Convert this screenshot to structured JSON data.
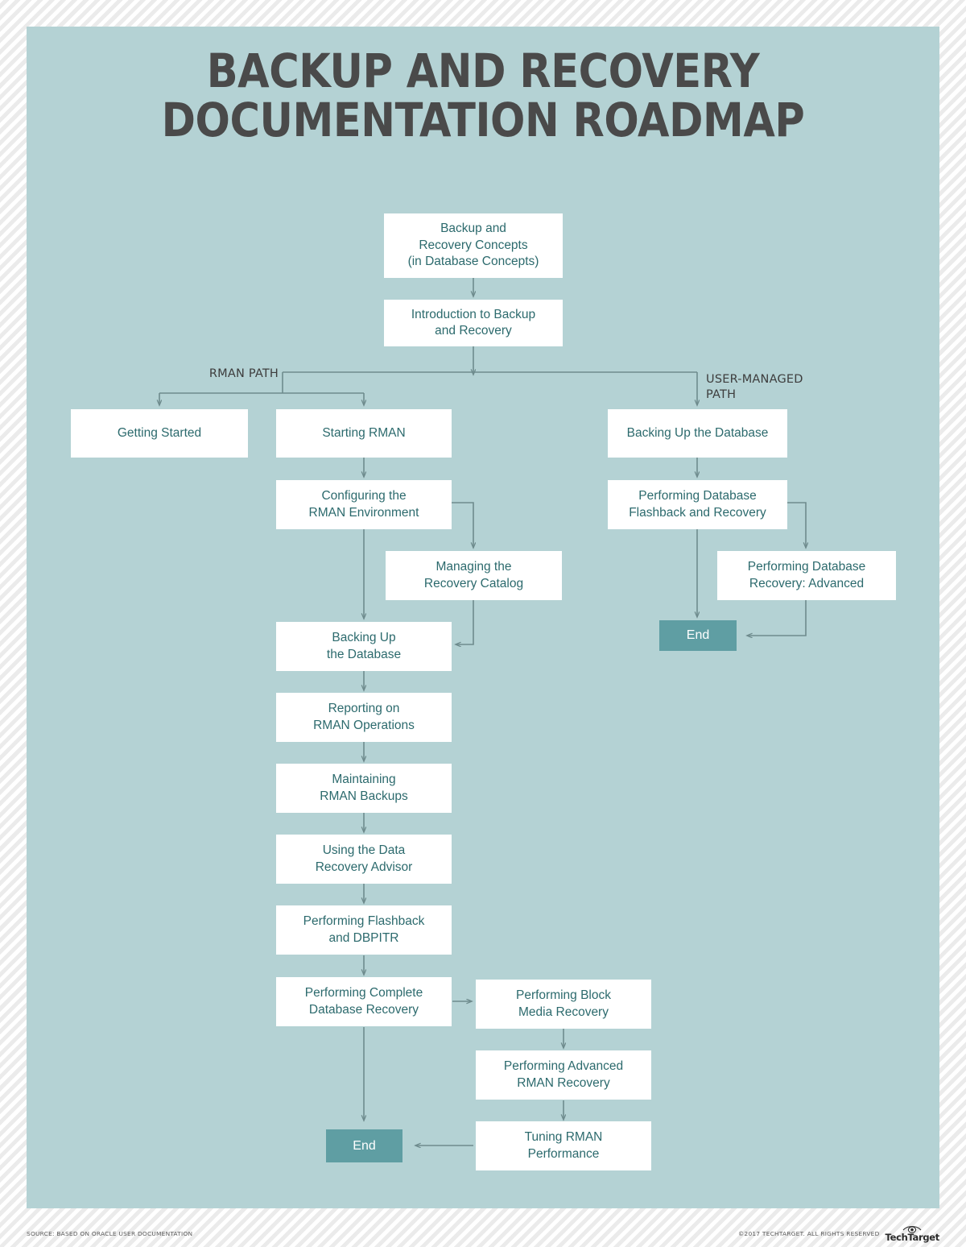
{
  "title": "BACKUP AND RECOVERY\nDOCUMENTATION ROADMAP",
  "colors": {
    "panel_background": "#b4d2d4",
    "node_background": "#ffffff",
    "node_text": "#2c6a6d",
    "end_background": "#5f9ea3",
    "end_text": "#ffffff",
    "connector": "#6e8b8d",
    "title_text": "#4a4a4a"
  },
  "path_labels": {
    "rman": "RMAN PATH",
    "user_managed": "USER-MANAGED\nPATH"
  },
  "nodes": {
    "concepts": "Backup and\nRecovery Concepts\n(in Database Concepts)",
    "intro": "Introduction to Backup\nand Recovery",
    "getting_started": "Getting Started",
    "starting_rman": "Starting RMAN",
    "configuring": "Configuring the\nRMAN Environment",
    "managing_catalog": "Managing the\nRecovery Catalog",
    "backing_up_rman": "Backing Up\nthe Database",
    "reporting": "Reporting on\nRMAN Operations",
    "maintaining": "Maintaining\nRMAN Backups",
    "data_advisor": "Using the Data\nRecovery Advisor",
    "flashback_dbpitr": "Performing Flashback\nand DBPITR",
    "complete_recovery": "Performing Complete\nDatabase Recovery",
    "block_media": "Performing Block\nMedia Recovery",
    "advanced_rman": "Performing Advanced\nRMAN Recovery",
    "tuning_rman": "Tuning RMAN\nPerformance",
    "end_rman": "End",
    "backing_up_um": "Backing Up the Database",
    "flashback_um": "Performing Database\nFlashback and Recovery",
    "advanced_um": "Performing Database\nRecovery: Advanced",
    "end_um": "End"
  },
  "footer": {
    "source": "SOURCE: BASED ON ORACLE USER DOCUMENTATION",
    "copyright": "©2017 TECHTARGET. ALL RIGHTS RESERVED",
    "brand": "TechTarget"
  }
}
